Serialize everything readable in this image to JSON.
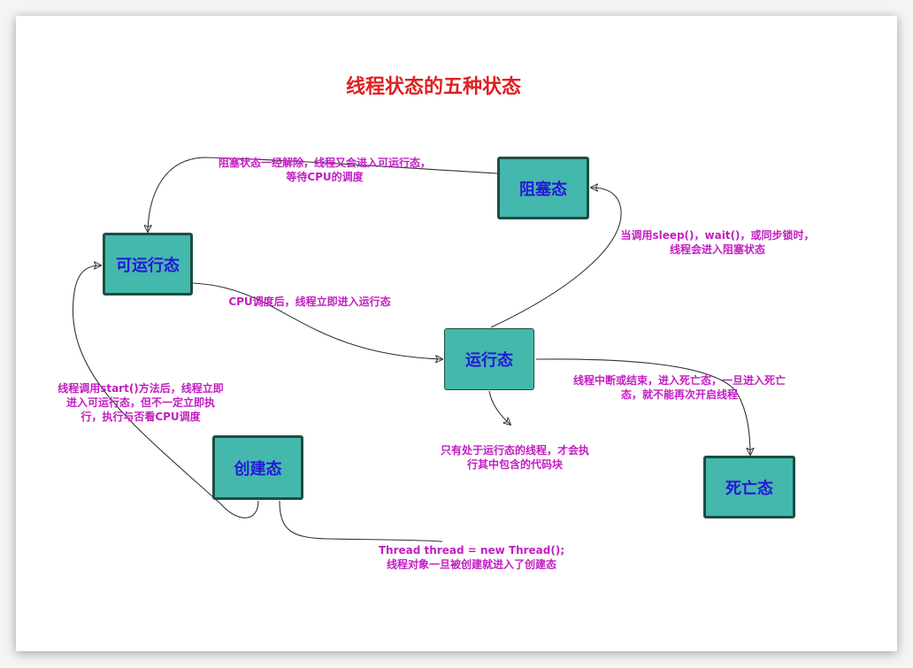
{
  "title": "线程状态的五种状态",
  "nodes": {
    "blocked": "阻塞态",
    "runnable": "可运行态",
    "running": "运行态",
    "created": "创建态",
    "dead": "死亡态"
  },
  "notes": {
    "blocked_to_runnable": [
      "阻塞状态一经解除，线程又会进入可运行态，",
      "等待CPU的调度"
    ],
    "running_to_blocked": [
      "当调用sleep()，wait()，或同步锁时，",
      "线程会进入阻塞状态"
    ],
    "runnable_to_running": [
      "CPU调度后，线程立即进入运行态"
    ],
    "created_to_runnable": [
      "线程调用start()方法后，线程立即",
      "进入可运行态，但不一定立即执",
      "行，执行与否看CPU调度"
    ],
    "running_exec": [
      "只有处于运行态的线程，才会执",
      "行其中包含的代码块"
    ],
    "running_to_dead": [
      "线程中断或结束，进入死亡态，一旦进入死亡",
      "态，就不能再次开启线程"
    ],
    "created_info": [
      "Thread thread = new Thread();",
      "线程对象一旦被创建就进入了创建态"
    ]
  },
  "colors": {
    "node_fill": "#44b8ac",
    "node_border": "#1d4d44",
    "node_text": "#2418d6",
    "title": "#e02020",
    "note": "#c21ec2",
    "edge": "#333333"
  }
}
